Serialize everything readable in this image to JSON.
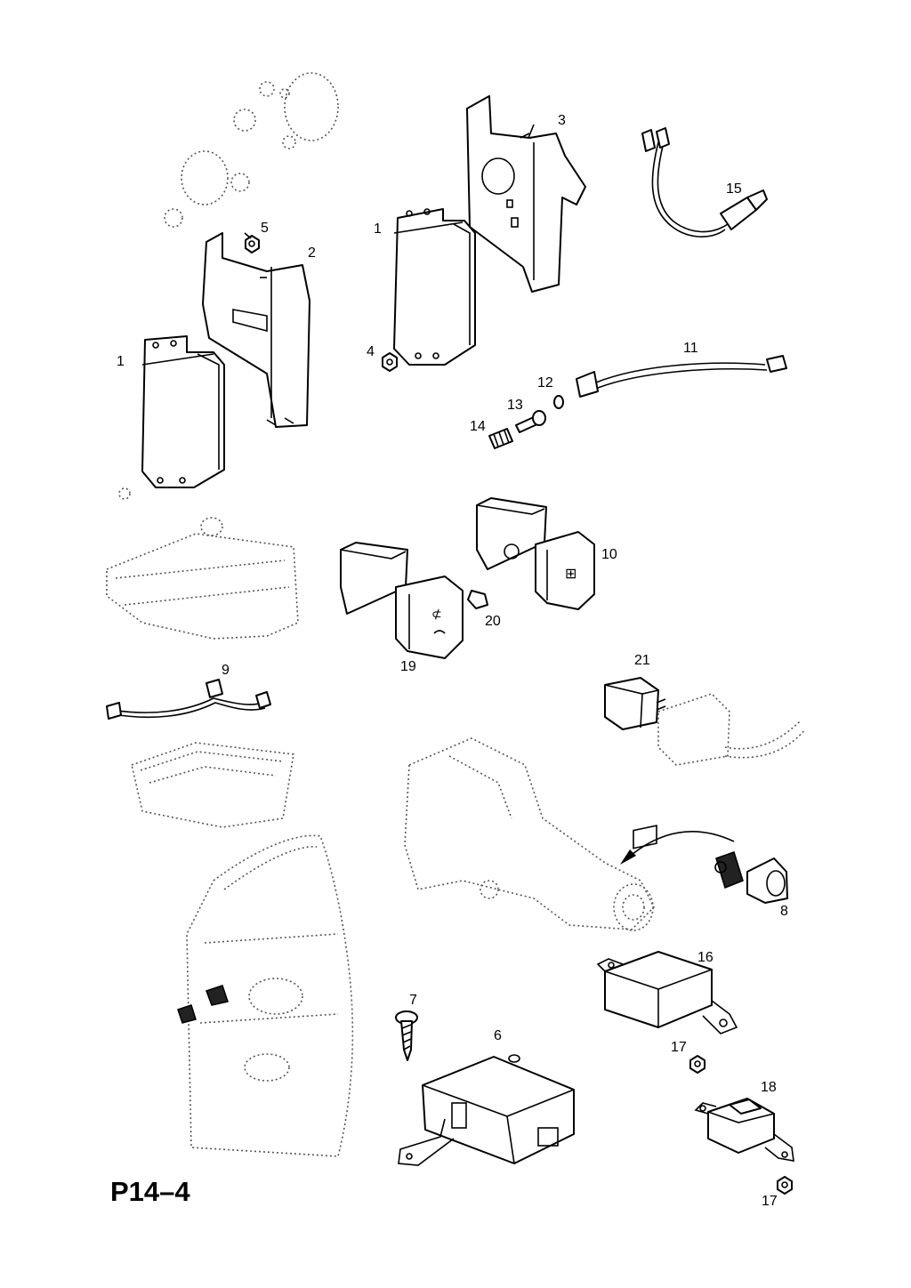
{
  "page_code": "P14–4",
  "callouts": {
    "c1a": "1",
    "c1b": "1",
    "c2": "2",
    "c3": "3",
    "c4": "4",
    "c5": "5",
    "c6": "6",
    "c7": "7",
    "c8": "8",
    "c9": "9",
    "c10": "10",
    "c11": "11",
    "c12": "12",
    "c13": "13",
    "c14": "14",
    "c15": "15",
    "c16": "16",
    "c17a": "17",
    "c17b": "17",
    "c18": "18",
    "c19": "19",
    "c20": "20",
    "c21": "21"
  }
}
